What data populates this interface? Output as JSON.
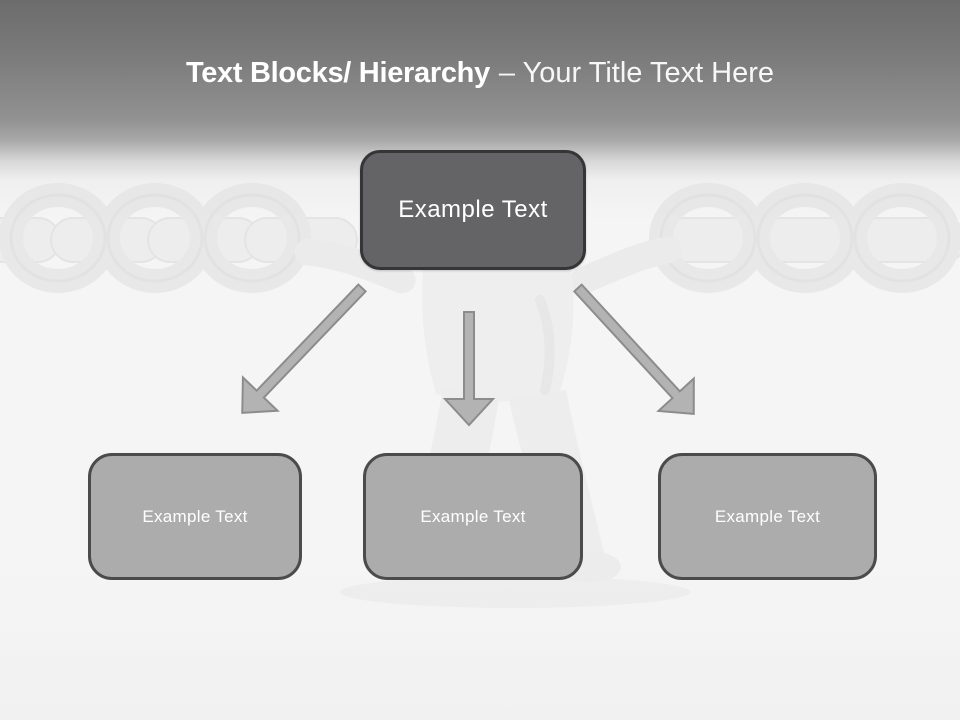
{
  "slide": {
    "title": {
      "bold_text": "Text Blocks/ Hierarchy",
      "regular_text": "– Your Title Text Here"
    },
    "hierarchy": {
      "root": {
        "label": "Example Text"
      },
      "children": [
        {
          "label": "Example Text"
        },
        {
          "label": "Example Text"
        },
        {
          "label": "Example Text"
        }
      ]
    },
    "connectors": [
      {
        "from": "root",
        "to": "child-1",
        "direction": "down-left"
      },
      {
        "from": "root",
        "to": "child-2",
        "direction": "down"
      },
      {
        "from": "root",
        "to": "child-3",
        "direction": "down-right"
      }
    ],
    "background_art": {
      "items": [
        "chain-left",
        "person-figure",
        "chain-right",
        "floor-shadow"
      ],
      "description": "faded 3D white figure holding a chain stretched across the slide"
    },
    "colors": {
      "header_gradient_top": "#6c6c6c",
      "root_box_fill": "#646467",
      "root_box_border": "#353538",
      "child_box_fill": "#acacac",
      "child_box_border": "#4b4b4b",
      "arrow_fill": "#b3b3b3",
      "arrow_stroke": "#8c8c8c",
      "title_color": "#ffffff"
    }
  }
}
